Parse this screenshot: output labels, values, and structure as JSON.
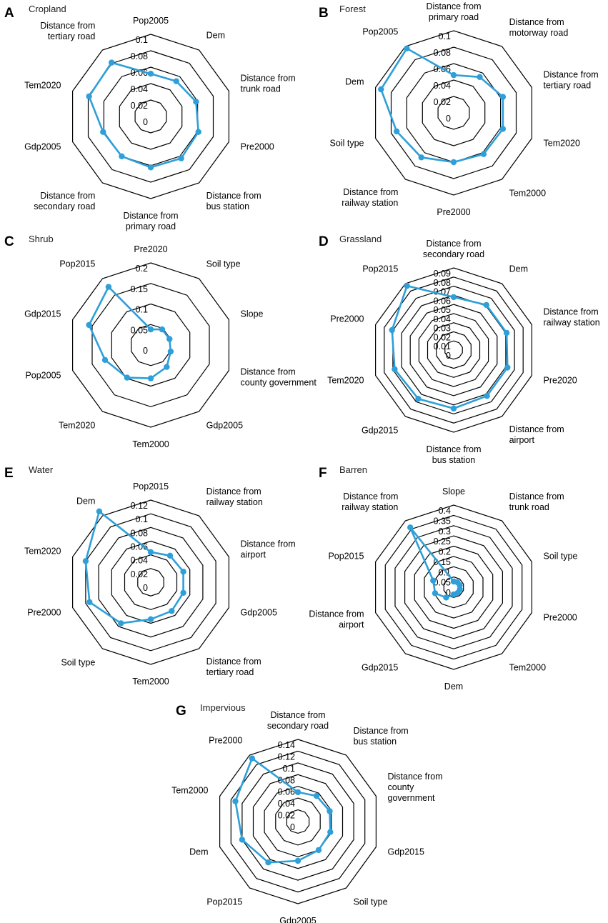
{
  "colors": {
    "series": "#2E9FD9",
    "grid": "#000000",
    "text": "#000000"
  },
  "chart_data": [
    {
      "type": "radar",
      "letter": "A",
      "title": "Cropland",
      "categories": [
        "Pop2005",
        "Dem",
        "Distance from trunk road",
        "Pre2000",
        "Distance from bus station",
        "Distance from primary road",
        "Distance from secondary road",
        "Gdp2005",
        "Tem2020",
        "Distance from tertiary road"
      ],
      "ticks": [
        "0",
        "0.02",
        "0.04",
        "0.06",
        "0.08",
        "0.1"
      ],
      "rmax": 0.1,
      "values": [
        0.052,
        0.053,
        0.058,
        0.061,
        0.063,
        0.062,
        0.06,
        0.061,
        0.079,
        0.081
      ]
    },
    {
      "type": "radar",
      "letter": "B",
      "title": "Forest",
      "categories": [
        "Distance from primary road",
        "Distance from motorway road",
        "Distance from tertiary road",
        "Tem2020",
        "Tem2000",
        "Pre2000",
        "Distance from railway station",
        "Soil type",
        "Dem",
        "Pop2005"
      ],
      "ticks": [
        "0",
        "0.02",
        "0.04",
        "0.06",
        "0.08",
        "0.1"
      ],
      "rmax": 0.1,
      "values": [
        0.046,
        0.054,
        0.063,
        0.063,
        0.062,
        0.06,
        0.067,
        0.073,
        0.093,
        0.097
      ]
    },
    {
      "type": "radar",
      "letter": "C",
      "title": "Shrub",
      "categories": [
        "Pre2020",
        "Soil type",
        "Slope",
        "Distance from county government",
        "Gdp2005",
        "Tem2000",
        "Tem2020",
        "Pop2005",
        "Gdp2015",
        "Pop2015"
      ],
      "ticks": [
        "0",
        "0.05",
        "0.1",
        "0.15",
        "0.2"
      ],
      "rmax": 0.2,
      "values": [
        0.038,
        0.047,
        0.048,
        0.051,
        0.066,
        0.081,
        0.098,
        0.117,
        0.158,
        0.175
      ]
    },
    {
      "type": "radar",
      "letter": "D",
      "title": "Grassland",
      "categories": [
        "Distance from secondary road",
        "Dem",
        "Distance from railway station",
        "Pre2020",
        "Distance from airport",
        "Distance from bus station",
        "Gdp2015",
        "Tem2020",
        "Pre2000",
        "Pop2015"
      ],
      "ticks": [
        "0",
        "0.01",
        "0.02",
        "0.03",
        "0.04",
        "0.05",
        "0.06",
        "0.07",
        "0.08",
        "0.09"
      ],
      "rmax": 0.09,
      "values": [
        0.058,
        0.061,
        0.061,
        0.062,
        0.062,
        0.064,
        0.066,
        0.068,
        0.071,
        0.087
      ]
    },
    {
      "type": "radar",
      "letter": "E",
      "title": "Water",
      "categories": [
        "Pop2015",
        "Distance from railway station",
        "Distance from airport",
        "Gdp2005",
        "Distance from tertiary road",
        "Tem2000",
        "Soil type",
        "Pre2000",
        "Tem2020",
        "Dem"
      ],
      "ticks": [
        "0",
        "0.02",
        "0.04",
        "0.06",
        "0.08",
        "0.1",
        "0.12"
      ],
      "rmax": 0.12,
      "values": [
        0.044,
        0.048,
        0.05,
        0.05,
        0.052,
        0.054,
        0.074,
        0.094,
        0.1,
        0.128
      ]
    },
    {
      "type": "radar",
      "letter": "F",
      "title": "Barren",
      "categories": [
        "Slope",
        "Distance from trunk road",
        "Soil type",
        "Pre2000",
        "Tem2000",
        "Dem",
        "Gdp2015",
        "Distance from airport",
        "Pop2015",
        "Distance from railway station"
      ],
      "ticks": [
        "0",
        "0.05",
        "0.1",
        "0.15",
        "0.2",
        "0.25",
        "0.3",
        "0.35",
        "0.4"
      ],
      "rmax": 0.4,
      "values": [
        0.028,
        0.03,
        0.031,
        0.032,
        0.034,
        0.035,
        0.062,
        0.095,
        0.105,
        0.36
      ]
    },
    {
      "type": "radar",
      "letter": "G",
      "title": "Impervious",
      "categories": [
        "Distance from secondary road",
        "Distance from bus station",
        "Distance from county government",
        "Gdp2015",
        "Soil type",
        "Gdp2005",
        "Pop2015",
        "Dem",
        "Tem2000",
        "Pre2000"
      ],
      "ticks": [
        "0",
        "0.02",
        "0.04",
        "0.06",
        "0.08",
        "0.1",
        "0.12",
        "0.14"
      ],
      "rmax": 0.14,
      "values": [
        0.05,
        0.054,
        0.057,
        0.058,
        0.06,
        0.067,
        0.086,
        0.1,
        0.112,
        0.133
      ]
    }
  ]
}
